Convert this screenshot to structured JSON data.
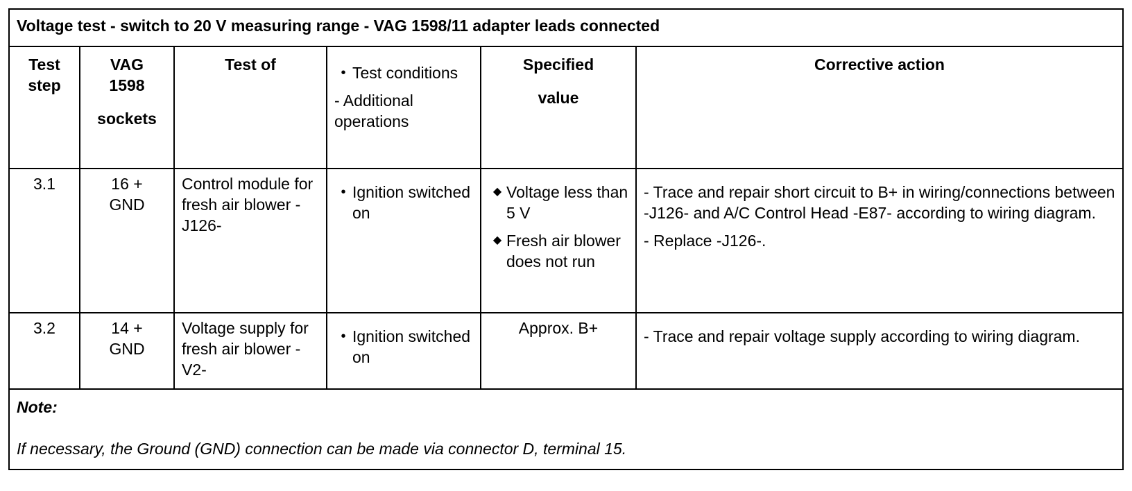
{
  "title": "Voltage test - switch to 20 V measuring range - VAG 1598/11 adapter leads connected",
  "headers": {
    "test_step": [
      "Test",
      "step"
    ],
    "sockets": [
      "VAG",
      "1598",
      "sockets"
    ],
    "test_of": "Test of",
    "conditions_bullet": "Test conditions",
    "conditions_dash": "- Additional operations",
    "specified": [
      "Specified",
      "value"
    ],
    "corrective": "Corrective action"
  },
  "rows": [
    {
      "step": "3.1",
      "sockets": [
        "16 +",
        "GND"
      ],
      "test_of": "Control module for fresh air blower -J126-",
      "condition": "Ignition switched on",
      "specified": [
        "Voltage less than 5 V",
        "Fresh air blower does not run"
      ],
      "corrective": [
        "- Trace and repair short circuit to B+ in wiring/connections between -J126- and A/C Control Head -E87- according to wiring diagram.",
        "- Replace -J126-."
      ]
    },
    {
      "step": "3.2",
      "sockets": [
        "14 +",
        "GND"
      ],
      "test_of": "Voltage supply for fresh air blower -V2-",
      "condition": "Ignition switched on",
      "specified_text": "Approx. B+",
      "corrective": [
        "- Trace and repair voltage supply according to wiring diagram."
      ]
    }
  ],
  "note": {
    "title": "Note:",
    "text": "If necessary, the Ground (GND) connection can be made via connector D, terminal 15."
  }
}
